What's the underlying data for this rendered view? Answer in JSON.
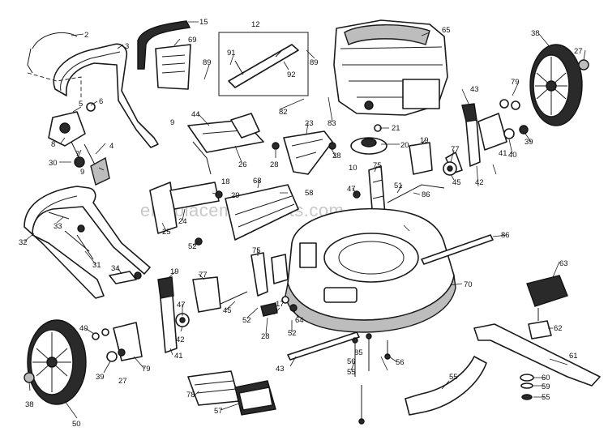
{
  "watermark": "eReplacementParts.com",
  "callouts": [
    "2",
    "3",
    "5",
    "6",
    "8",
    "7",
    "30",
    "9",
    "4",
    "9",
    "15",
    "69",
    "12",
    "89",
    "91",
    "92",
    "89",
    "65",
    "38",
    "27",
    "79",
    "43",
    "44",
    "26",
    "82",
    "83",
    "21",
    "23",
    "20",
    "19",
    "28",
    "28",
    "10",
    "40",
    "39",
    "41",
    "42",
    "45",
    "77",
    "33",
    "32",
    "31",
    "34",
    "25",
    "18",
    "29",
    "24",
    "68",
    "58",
    "52",
    "47",
    "51",
    "75",
    "86",
    "86",
    "43",
    "19",
    "77",
    "47",
    "45",
    "42",
    "41",
    "79",
    "40",
    "39",
    "27",
    "38",
    "50",
    "75",
    "52",
    "17",
    "28",
    "52",
    "64",
    "70",
    "63",
    "62",
    "61",
    "60",
    "59",
    "55",
    "55",
    "56",
    "56",
    "85",
    "78",
    "57",
    "55"
  ]
}
